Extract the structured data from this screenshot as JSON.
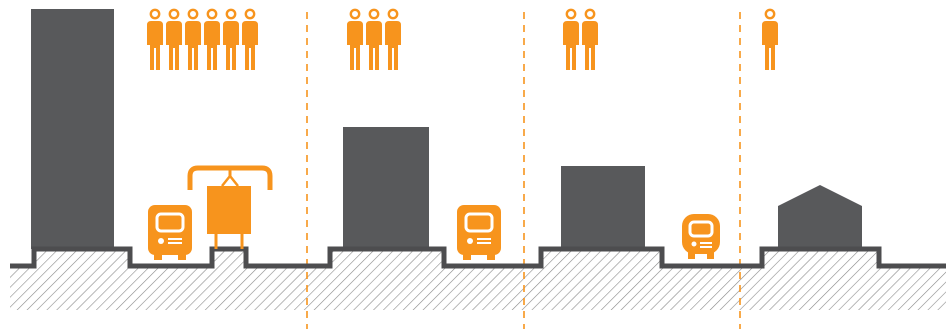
{
  "colors": {
    "accent": "#F7941D",
    "building": "#58595B",
    "ground_line": "#4D4D4F",
    "hatch": "#8A8A8A",
    "background": "#FFFFFF"
  },
  "zones": [
    {
      "people_count": 6,
      "building": "tower",
      "vehicles": [
        "bus",
        "tram"
      ]
    },
    {
      "people_count": 3,
      "building": "midrise",
      "vehicles": [
        "bus"
      ]
    },
    {
      "people_count": 2,
      "building": "lowrise",
      "vehicles": [
        "minibus"
      ]
    },
    {
      "people_count": 1,
      "building": "house",
      "vehicles": []
    }
  ],
  "icons": {
    "person": "person-icon",
    "bus": "bus-icon",
    "tram": "tram-icon",
    "minibus": "minibus-icon"
  }
}
